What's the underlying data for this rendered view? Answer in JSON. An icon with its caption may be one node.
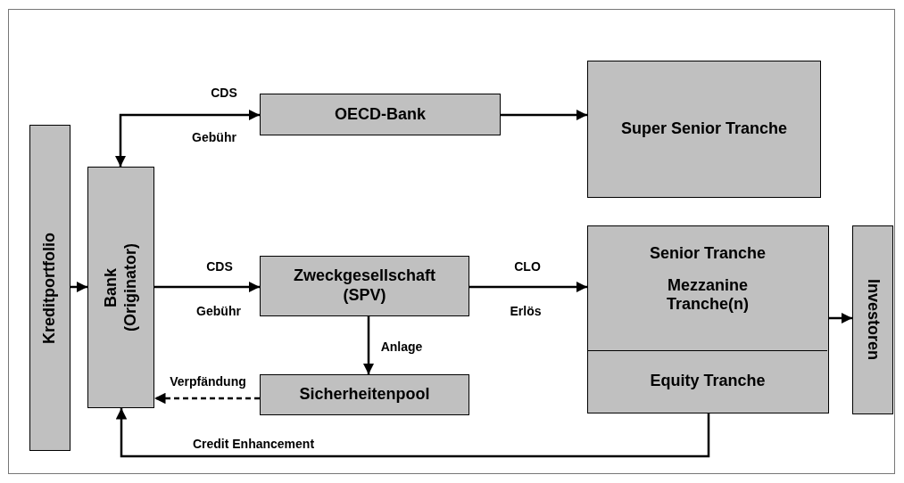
{
  "diagram": {
    "nodes": [
      {
        "text": [
          "Kreditportfolio"
        ]
      },
      {
        "text": [
          "Bank (Originator)"
        ]
      },
      {
        "text": [
          "OECD-Bank"
        ]
      },
      {
        "text": [
          "Super Senior Tranche"
        ]
      },
      {
        "text": [
          "Zweckgesellschaft (SPV)"
        ]
      },
      {
        "text": [],
        "shape": "box"
      },
      {
        "text": [
          "Senior Tranche",
          "Mezzanine Tranche(n)"
        ],
        "in": 5
      },
      {
        "text": [
          "Equity Tranche"
        ],
        "in": 5
      },
      {
        "text": [
          "Sicherheitenpool"
        ]
      },
      {
        "text": [
          "Investoren"
        ]
      }
    ],
    "edges": [
      {
        "from": 0,
        "to": 1,
        "arrow": "to"
      },
      {
        "from": 1,
        "to": 2,
        "arrow": "both",
        "label": "CDS"
      },
      {
        "from": 2,
        "to": 3,
        "arrow": "to"
      },
      {
        "from": 1,
        "to": 4,
        "arrow": "to",
        "label": "CDS"
      },
      {
        "from": 4,
        "to": 5,
        "arrow": "to",
        "label": "CLO"
      },
      {
        "from": 5,
        "to": 9,
        "arrow": "to"
      },
      {
        "from": 4,
        "to": 8,
        "arrow": "to",
        "label": "Anlage"
      },
      {
        "from": 8,
        "to": 1,
        "arrow": "to",
        "label": "Verpfändung",
        "style": "dashed"
      },
      {
        "from": 7,
        "to": 1,
        "arrow": "to",
        "label": "Credit Enhancement"
      }
    ],
    "labels": [
      "Gebühr",
      "Gebühr",
      "Erlös"
    ]
  }
}
